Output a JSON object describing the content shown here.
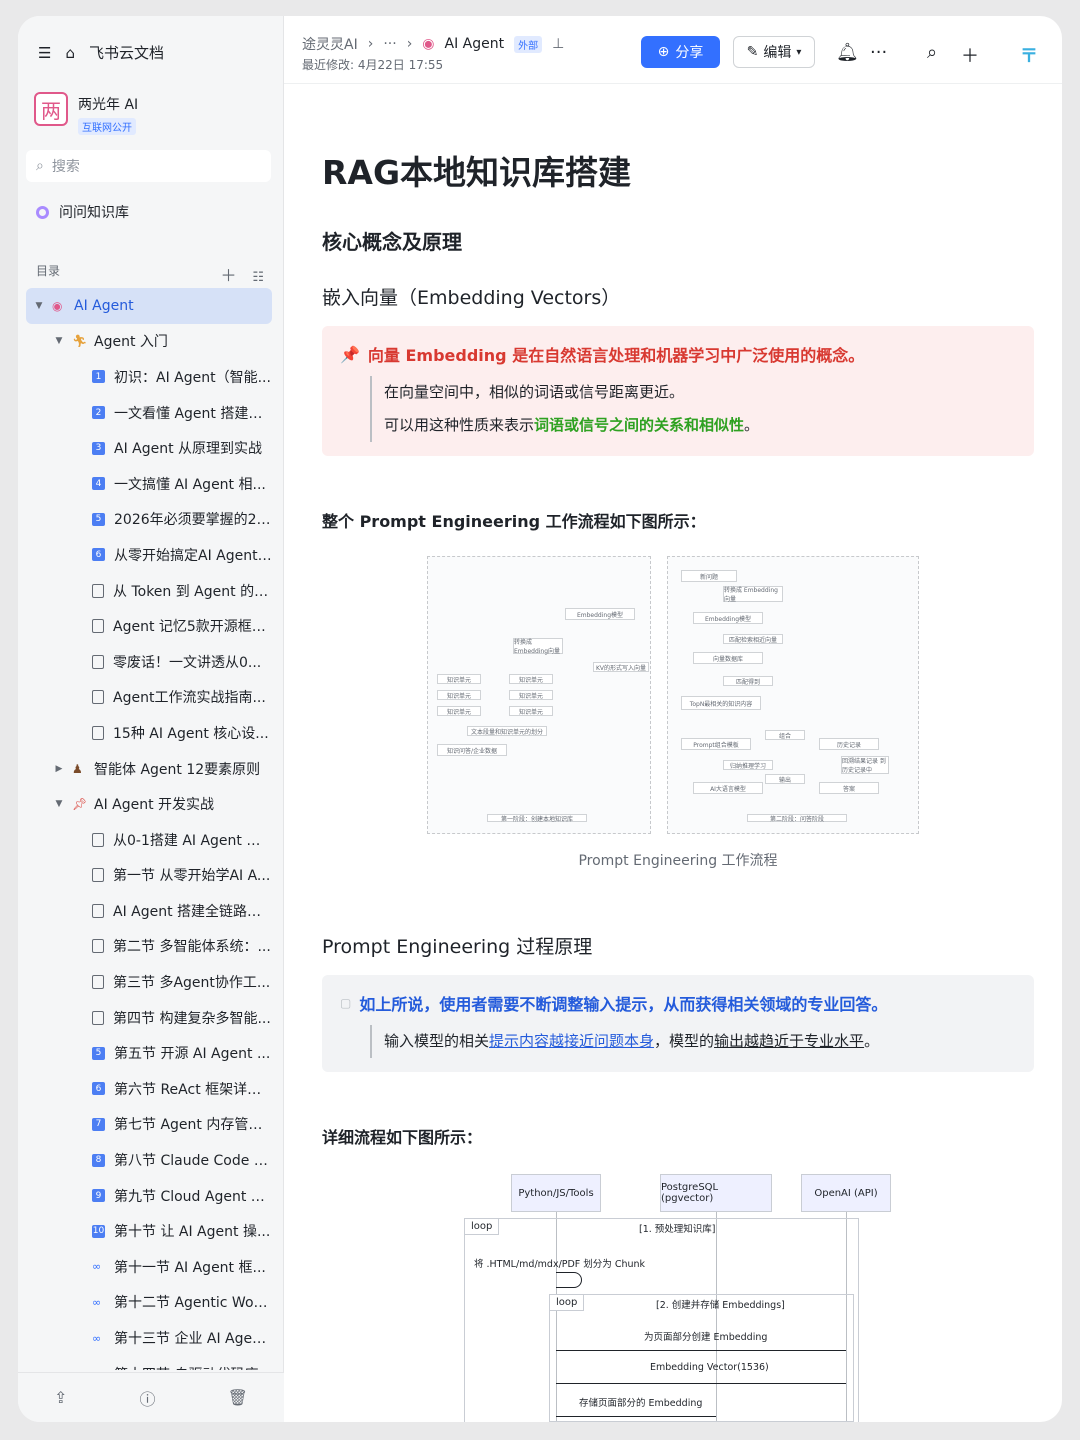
{
  "app": {
    "name": "飞书云文档"
  },
  "space": {
    "avatar": "两",
    "name": "两光年 AI",
    "tag": "互联网公开"
  },
  "search": {
    "placeholder": "搜索"
  },
  "ask": {
    "label": "问问知识库"
  },
  "toc": {
    "title": "目录",
    "items": [
      {
        "label": "AI Agent",
        "level": 0,
        "icon": "target",
        "arrow": "▼",
        "selected": true
      },
      {
        "label": "Agent 入门",
        "level": 1,
        "icon": "runner",
        "arrow": "▼"
      },
      {
        "label": "初识：AI Agent（智能...",
        "level": 2,
        "icon": "num",
        "num": "1"
      },
      {
        "label": "一文看懂 Agent 搭建六...",
        "level": 2,
        "icon": "num",
        "num": "2"
      },
      {
        "label": "AI Agent 从原理到实战",
        "level": 2,
        "icon": "num",
        "num": "3"
      },
      {
        "label": "一文搞懂 AI Agent 相...",
        "level": 2,
        "icon": "num",
        "num": "4"
      },
      {
        "label": "2026年必须要掌握的20...",
        "level": 2,
        "icon": "num",
        "num": "5"
      },
      {
        "label": "从零开始搞定AI Agent ...",
        "level": 2,
        "icon": "num",
        "num": "6"
      },
      {
        "label": "从 Token 到 Agent 的完...",
        "level": 2,
        "icon": "doc"
      },
      {
        "label": "Agent 记忆5款开源框架...",
        "level": 2,
        "icon": "doc"
      },
      {
        "label": "零废话！一文讲透从0...",
        "level": 2,
        "icon": "doc"
      },
      {
        "label": "Agent工作流实战指南...",
        "level": 2,
        "icon": "doc"
      },
      {
        "label": "15种 AI Agent 核心设...",
        "level": 2,
        "icon": "doc"
      },
      {
        "label": "智能体 Agent 12要素原则",
        "level": 1,
        "icon": "person",
        "arrow": "▶"
      },
      {
        "label": "AI Agent 开发实战",
        "level": 1,
        "icon": "pin",
        "arrow": "▼"
      },
      {
        "label": "从0-1搭建 AI Agent 团...",
        "level": 2,
        "icon": "doc"
      },
      {
        "label": "第一节 从零开始学AI A...",
        "level": 2,
        "icon": "doc"
      },
      {
        "label": "AI Agent 搭建全链路教程",
        "level": 2,
        "icon": "doc"
      },
      {
        "label": "第二节 多智能体系统：...",
        "level": 2,
        "icon": "doc"
      },
      {
        "label": "第三节 多Agent协作工...",
        "level": 2,
        "icon": "doc"
      },
      {
        "label": "第四节 构建复杂多智能...",
        "level": 2,
        "icon": "doc"
      },
      {
        "label": "第五节 开源 AI Agent ...",
        "level": 2,
        "icon": "num",
        "num": "5"
      },
      {
        "label": "第六节 ReAct 框架详解...",
        "level": 2,
        "icon": "num",
        "num": "6"
      },
      {
        "label": "第七节 Agent 内存管理...",
        "level": 2,
        "icon": "num",
        "num": "7"
      },
      {
        "label": "第八节 Claude Code 实...",
        "level": 2,
        "icon": "num",
        "num": "8"
      },
      {
        "label": "第九节 Cloud Agent 时...",
        "level": 2,
        "icon": "num",
        "num": "9"
      },
      {
        "label": "第十节 让 AI Agent 操...",
        "level": 2,
        "icon": "num",
        "num": "10"
      },
      {
        "label": "第十一节 AI Agent 框...",
        "level": 2,
        "icon": "link"
      },
      {
        "label": "第十二节 Agentic Work...",
        "level": 2,
        "icon": "link"
      },
      {
        "label": "第十三节 企业 AI Agen...",
        "level": 2,
        "icon": "link"
      },
      {
        "label": "第十四节 自驱动代码库...",
        "level": 2,
        "icon": "link"
      }
    ]
  },
  "breadcrumb": {
    "root": "途灵灵AI",
    "ellipsis": "···",
    "current": "AI Agent",
    "tag": "外部"
  },
  "modified": "最近修改: 4月22日 17:55",
  "toolbar": {
    "share": "分享",
    "edit": "编辑"
  },
  "doc": {
    "title": "RAG本地知识库搭建",
    "h_concepts": "核心概念及原理",
    "h_embedding": "嵌入向量（Embedding Vectors）",
    "callout1": {
      "title": "向量 Embedding 是在自然语言处理和机器学习中广泛使用的概念。",
      "line1": "在向量空间中，相似的词语或信号距离更近。",
      "line2_prefix": "可以用这种性质来表示",
      "line2_highlight": "词语或信号之间的关系和相似性",
      "line2_suffix": "。"
    },
    "flow_title": "整个 Prompt Engineering 工作流程如下图所示：",
    "fig1_caption": "Prompt Engineering 工作流程",
    "h_principle": "Prompt Engineering 过程原理",
    "callout2": {
      "title": "如上所说，使用者需要不断调整输入提示，从而获得相关领域的专业回答。",
      "p1": "输入模型的相关",
      "p2": "提示内容越接近问题本身",
      "p3": "，模型的",
      "p4": "输出越趋近于专业水平",
      "p5": "。"
    },
    "detail_title": "详细流程如下图所示：",
    "fig1": {
      "left": [
        "Embedding模型",
        "转换成 Embedding向量",
        "KV的形式写入向量",
        "知识单元",
        "知识单元",
        "知识单元",
        "知识单元",
        "知识单元",
        "知识单元",
        "文本段量和知识单元的划分",
        "知识问答/企业数据",
        "第一阶段：创建本地知识库"
      ],
      "right": [
        "新问题",
        "转换成 Embedding向量",
        "Embedding模型",
        "匹配检索相近向量",
        "向量数据库",
        "匹配得到",
        "TopN最相关的知识内容",
        "Prompt组合模板",
        "组合",
        "历史记录",
        "回溯结果记录 到历史记录中",
        "归纳推理学习",
        "输出",
        "AI大语言模型",
        "答案",
        "第二阶段：问答阶段"
      ]
    },
    "seq": {
      "actors": [
        "Python/JS/Tools",
        "PostgreSQL (pgvector)",
        "OpenAI (API)"
      ],
      "loop1_tag": "loop",
      "loop1_title": "[1. 预处理知识库]",
      "split": "将 .HTML/md/mdx/PDF 划分为 Chunk",
      "loop2_tag": "loop",
      "loop2_title": "[2. 创建并存储 Embeddings]",
      "m1": "为页面部分创建 Embedding",
      "m2": "Embedding Vector(1536)",
      "m3": "存储页面部分的 Embedding"
    }
  },
  "colors": {
    "accent": "#3370ff",
    "callout_red": "#fdeeee",
    "highlight_green": "#2ea121",
    "title_red": "#d83931"
  }
}
